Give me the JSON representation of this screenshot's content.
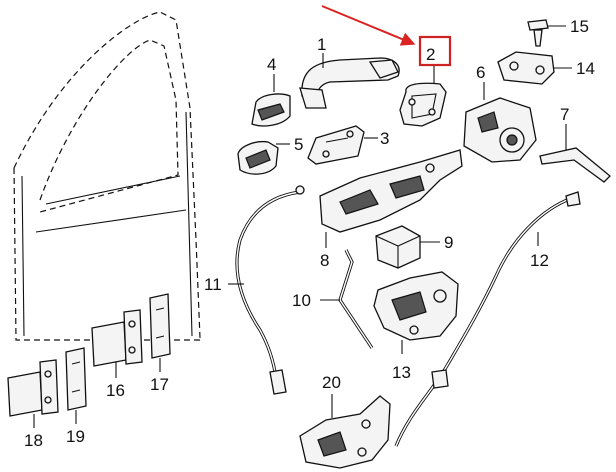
{
  "callouts": {
    "c1": "1",
    "c2": "2",
    "c3": "3",
    "c4": "4",
    "c5": "5",
    "c6": "6",
    "c7": "7",
    "c8": "8",
    "c9": "9",
    "c10": "10",
    "c11": "11",
    "c12": "12",
    "c13": "13",
    "c14": "14",
    "c15": "15",
    "c16": "16",
    "c17": "17",
    "c18": "18",
    "c19": "19",
    "c20": "20"
  },
  "colors": {
    "highlight_box": "#cc2222",
    "arrow": "#dd2222",
    "line": "#111111",
    "part_fill": "#f4f4f4"
  }
}
